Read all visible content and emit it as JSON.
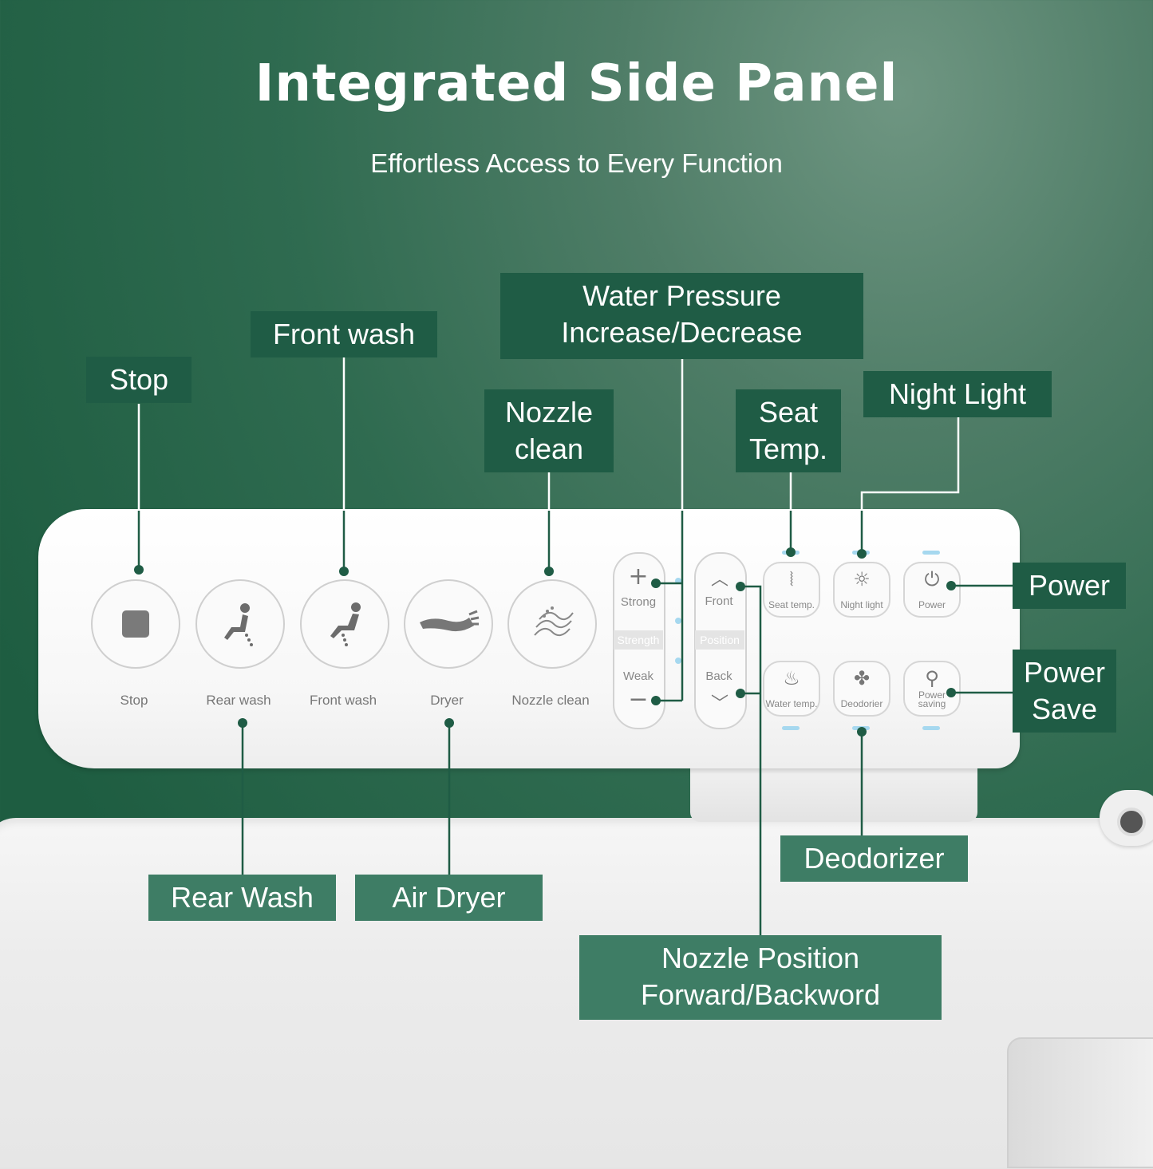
{
  "header": {
    "title": "Integrated Side Panel",
    "subtitle": "Effortless Access to Every Function"
  },
  "panel": {
    "round_buttons": [
      {
        "label": "Stop",
        "icon": "stop-square-icon"
      },
      {
        "label": "Rear wash",
        "icon": "rear-wash-icon"
      },
      {
        "label": "Front wash",
        "icon": "front-wash-icon"
      },
      {
        "label": "Dryer",
        "icon": "dryer-icon"
      },
      {
        "label": "Nozzle clean",
        "icon": "nozzle-clean-icon"
      }
    ],
    "strength": {
      "top": "Strong",
      "middle": "Strength",
      "bottom": "Weak"
    },
    "position": {
      "top": "Front",
      "middle": "Position",
      "bottom": "Back"
    },
    "small_buttons": [
      {
        "label": "Seat temp.",
        "icon": "seat-temp-icon"
      },
      {
        "label": "Night light",
        "icon": "night-light-icon"
      },
      {
        "label": "Power",
        "icon": "power-icon"
      },
      {
        "label": "Water temp.",
        "icon": "water-temp-icon"
      },
      {
        "label": "Deodorier",
        "icon": "deodorizer-fan-icon"
      },
      {
        "label": "Power saving",
        "icon": "power-saving-icon"
      }
    ]
  },
  "callouts": {
    "stop": "Stop",
    "front_wash": "Front wash",
    "water_pressure": "Water Pressure Increase/Decrease",
    "nozzle_clean": "Nozzle clean",
    "seat_temp": "Seat Temp.",
    "night_light": "Night Light",
    "power": "Power",
    "power_save": "Power Save",
    "deodorizer": "Deodorizer",
    "nozzle_position": "Nozzle Position Forward/Backword",
    "rear_wash": "Rear Wash",
    "air_dryer": "Air Dryer"
  },
  "colors": {
    "callout_dark": "#1f5c45",
    "callout_light": "#3e7d65",
    "led": "#a6d8ef",
    "background": "#2f6b50"
  }
}
